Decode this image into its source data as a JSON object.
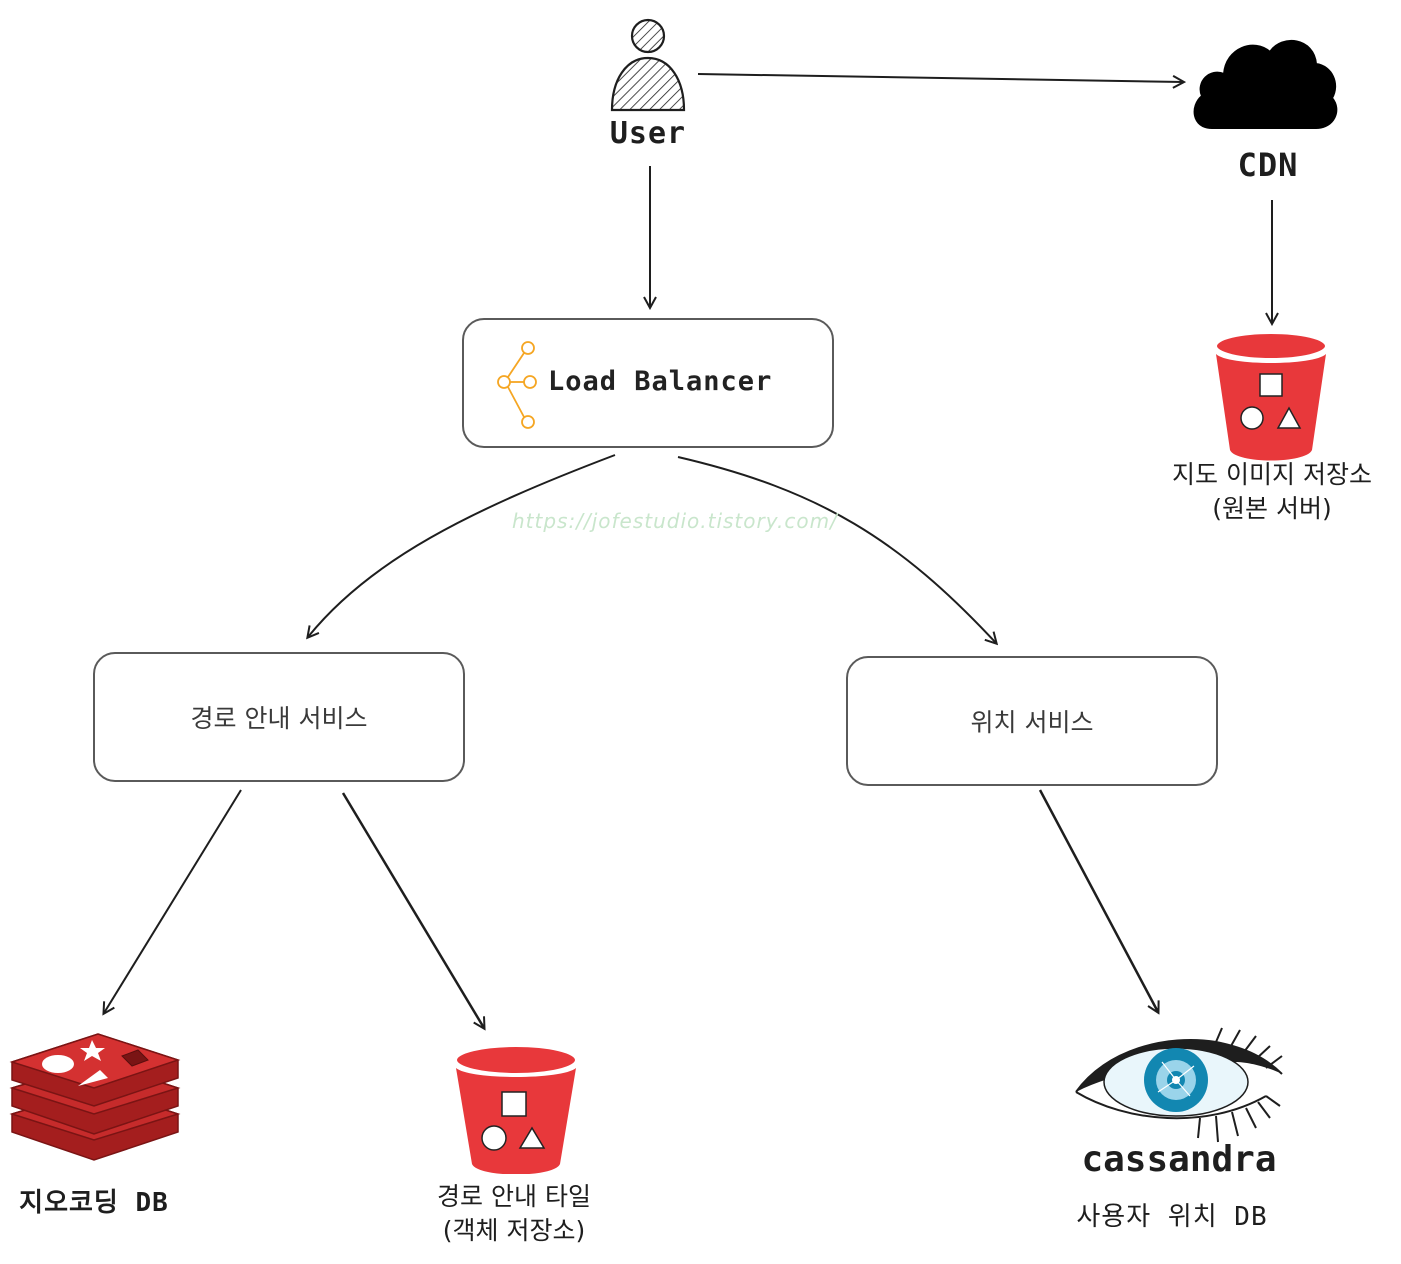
{
  "watermark": "https://jofestudio.tistory.com/",
  "nodes": {
    "user": {
      "label": "User"
    },
    "cdn": {
      "label": "CDN"
    },
    "load_balancer": {
      "label": "Load Balancer"
    },
    "map_image_storage": {
      "label_line1": "지도 이미지 저장소",
      "label_line2": "(원본 서버)"
    },
    "route_service": {
      "label": "경로 안내 서비스"
    },
    "location_service": {
      "label": "위치 서비스"
    },
    "geocoding_db": {
      "label": "지오코딩 DB"
    },
    "route_tiles": {
      "label_line1": "경로 안내 타일",
      "label_line2": "(객체 저장소)"
    },
    "user_location_db": {
      "label": "사용자 위치 DB",
      "logo_text": "cassandra"
    }
  },
  "colors": {
    "bucket_red": "#e8383b",
    "redis_red": "#c62b2b",
    "lb_orange": "#f5a623",
    "cassandra_blue": "#1287b1",
    "stroke": "#1e1e1e"
  }
}
